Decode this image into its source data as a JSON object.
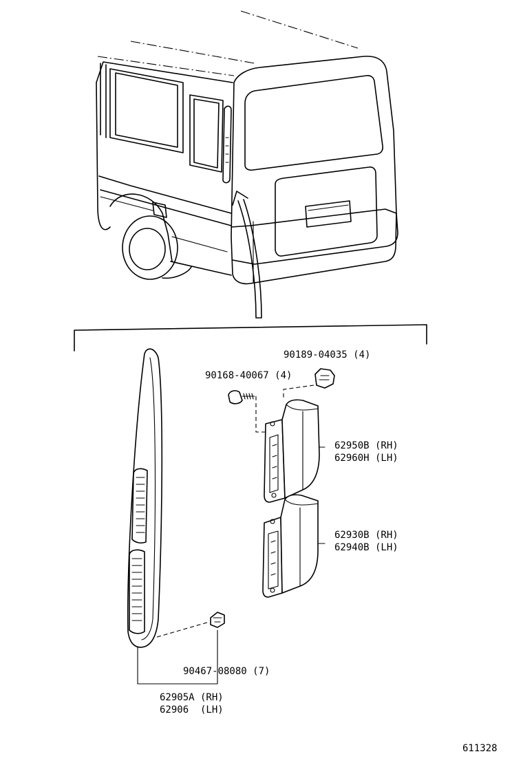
{
  "parts": {
    "clip_upper": {
      "number": "90189-04035",
      "qty": "(4)"
    },
    "screw": {
      "number": "90168-40067",
      "qty": "(4)"
    },
    "duct_upper": {
      "rh": "62950B (RH)",
      "lh": "62960H (LH)"
    },
    "duct_lower": {
      "rh": "62930B (RH)",
      "lh": "62940B (LH)"
    },
    "clip_lower": {
      "number": "90467-08080",
      "qty": "(7)"
    },
    "louver": {
      "rh": "62905A (RH)",
      "lh": "62906  (LH)"
    }
  },
  "diagram_id": "611328",
  "colors": {
    "line": "#000000",
    "background": "#ffffff"
  }
}
